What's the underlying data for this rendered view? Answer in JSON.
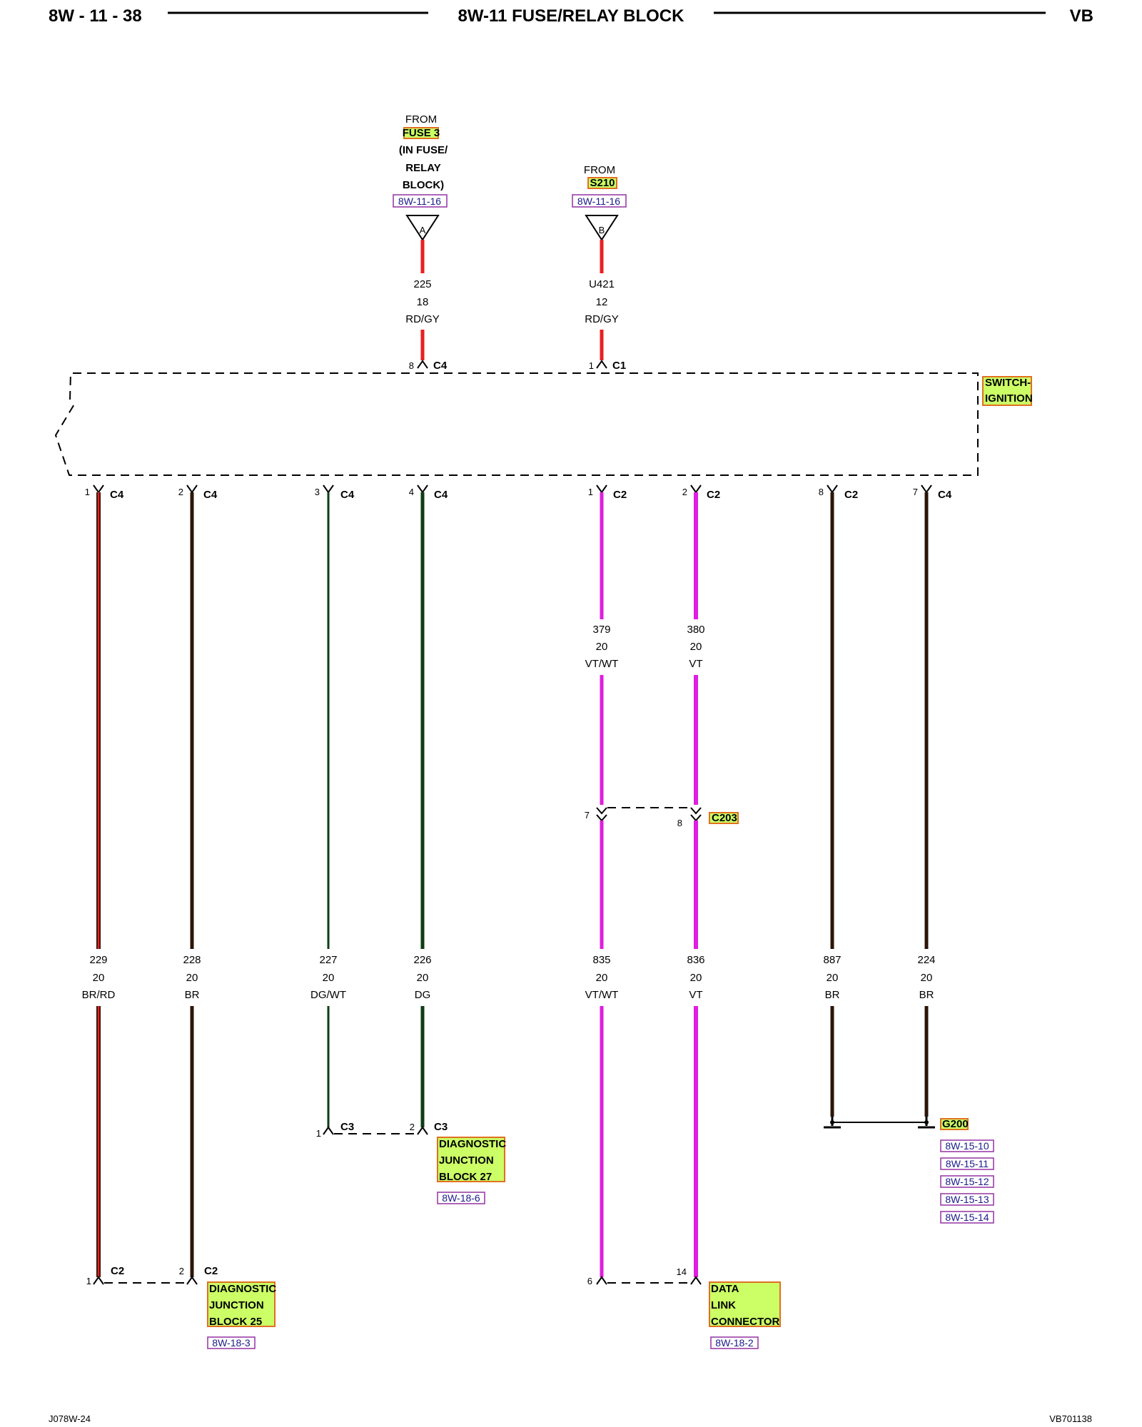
{
  "header": {
    "page_ref": "8W - 11 - 38",
    "title": "8W-11 FUSE/RELAY BLOCK",
    "code": "VB"
  },
  "footer": {
    "left_id": "J078W-24",
    "right_id": "VB701138"
  },
  "colors": {
    "RD": "#e82020",
    "BR": "#2b1508",
    "DG": "#0f3d16",
    "VT": "#e01ee0",
    "highlight": "#ccff66",
    "highlight_border": "#e07020",
    "ref_border": "#9a3fa8",
    "ref_text": "#1a1a8c"
  },
  "sources": [
    {
      "from": "FROM",
      "name": "FUSE 3",
      "extra": [
        "(IN FUSE/",
        "RELAY",
        "BLOCK)"
      ],
      "ref": "8W-11-16",
      "marker": "A",
      "circuit": "225",
      "gauge": "18",
      "color": "RD/GY",
      "pin": "8",
      "connector": "C4"
    },
    {
      "from": "FROM",
      "name": "S210",
      "extra": [],
      "ref": "8W-11-16",
      "marker": "B",
      "circuit": "U421",
      "gauge": "12",
      "color": "RD/GY",
      "pin": "1",
      "connector": "C1"
    }
  ],
  "component": {
    "lines": [
      "SWITCH-",
      "IGNITION"
    ]
  },
  "outputs": [
    {
      "pin": "1",
      "connector": "C4",
      "circuit": "229",
      "gauge": "20",
      "color": "BR/RD"
    },
    {
      "pin": "2",
      "connector": "C4",
      "circuit": "228",
      "gauge": "20",
      "color": "BR"
    },
    {
      "pin": "3",
      "connector": "C4",
      "circuit": "227",
      "gauge": "20",
      "color": "DG/WT"
    },
    {
      "pin": "4",
      "connector": "C4",
      "circuit": "226",
      "gauge": "20",
      "color": "DG"
    },
    {
      "pin": "1",
      "connector": "C2",
      "circuit_upper": "379",
      "gauge_upper": "20",
      "color_upper": "VT/WT",
      "circuit": "835",
      "gauge": "20",
      "color": "VT/WT"
    },
    {
      "pin": "2",
      "connector": "C2",
      "circuit_upper": "380",
      "gauge_upper": "20",
      "color_upper": "VT",
      "circuit": "836",
      "gauge": "20",
      "color": "VT"
    },
    {
      "pin": "8",
      "connector": "C2",
      "circuit": "887",
      "gauge": "20",
      "color": "BR"
    },
    {
      "pin": "7",
      "connector": "C4",
      "circuit": "224",
      "gauge": "20",
      "color": "BR"
    }
  ],
  "inline_connector": {
    "name": "C203",
    "pin_left": "7",
    "pin_right": "8"
  },
  "destinations": [
    {
      "lines": [
        "DIAGNOSTIC",
        "JUNCTION",
        "BLOCK 25"
      ],
      "ref": "8W-18-3",
      "pin_left": "1",
      "conn_left": "C2",
      "pin_right": "2",
      "conn_right": "C2"
    },
    {
      "lines": [
        "DIAGNOSTIC",
        "JUNCTION",
        "BLOCK 27"
      ],
      "ref": "8W-18-6",
      "pin_left": "1",
      "conn_left": "C3",
      "pin_right": "2",
      "conn_right": "C3"
    },
    {
      "lines": [
        "DATA",
        "LINK",
        "CONNECTOR"
      ],
      "ref": "8W-18-2",
      "pin_left": "6",
      "pin_right": "14"
    }
  ],
  "ground": {
    "name": "G200",
    "refs": [
      "8W-15-10",
      "8W-15-11",
      "8W-15-12",
      "8W-15-13",
      "8W-15-14"
    ]
  }
}
